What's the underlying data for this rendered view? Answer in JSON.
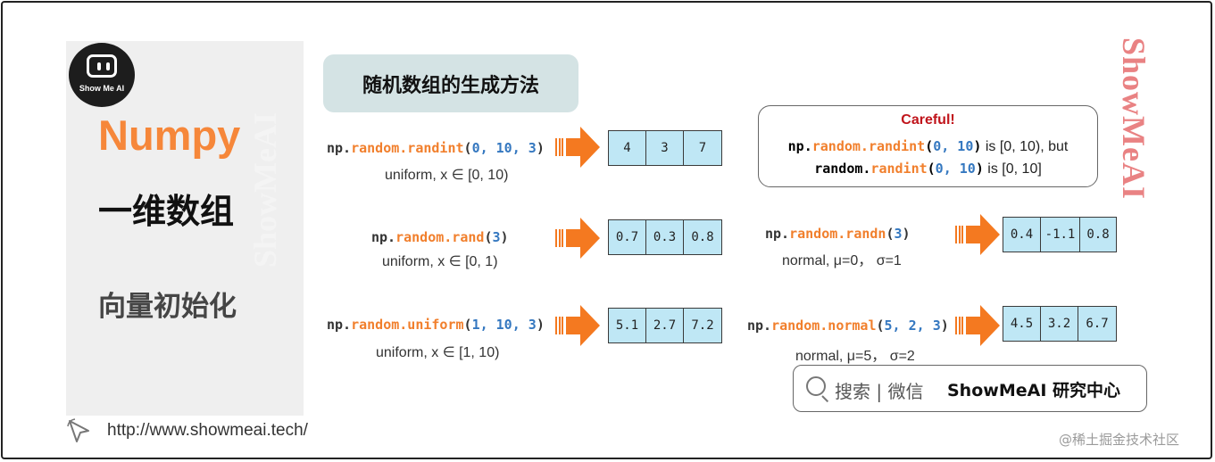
{
  "left": {
    "logo_text": "Show Me AI",
    "numpy": "Numpy",
    "title": "一维数组",
    "subtitle": "向量初始化",
    "watermark": "ShowMeAI"
  },
  "header": {
    "title": "随机数组的生成方法"
  },
  "rows": [
    {
      "code": {
        "prefix": "np.",
        "fn": "random.randint",
        "open": "(",
        "args": "0, 10, 3",
        "close": ")"
      },
      "caption": "uniform, x ∈ [0, 10)",
      "values": [
        "4",
        "3",
        "7"
      ]
    },
    {
      "code": {
        "prefix": "np.",
        "fn": "random.rand",
        "open": "(",
        "args": "3",
        "close": ")"
      },
      "caption": "uniform, x ∈ [0, 1)",
      "values": [
        "0.7",
        "0.3",
        "0.8"
      ]
    },
    {
      "code": {
        "prefix": "np.",
        "fn": "random.randn",
        "open": "(",
        "args": "3",
        "close": ")"
      },
      "caption": "normal, μ=0， σ=1",
      "values": [
        "0.4",
        "-1.1",
        "0.8"
      ]
    },
    {
      "code": {
        "prefix": "np.",
        "fn": "random.uniform",
        "open": "(",
        "args": "1, 10, 3",
        "close": ")"
      },
      "caption": "uniform, x ∈ [1, 10)",
      "values": [
        "5.1",
        "2.7",
        "7.2"
      ]
    },
    {
      "code": {
        "prefix": "np.",
        "fn": "random.normal",
        "open": "(",
        "args": "5, 2, 3",
        "close": ")"
      },
      "caption": "normal, μ=5， σ=2",
      "values": [
        "4.5",
        "3.2",
        "6.7"
      ]
    }
  ],
  "careful": {
    "title": "Careful!",
    "line1": {
      "prefix": "np.",
      "fn": "random.randint",
      "open": "(",
      "args": "0, 10",
      "close": ")",
      "text": " is [0, 10), but"
    },
    "line2": {
      "prefix": "random.",
      "fn": "randint",
      "open": "(",
      "args": "0, 10",
      "close": ")",
      "text": " is [0, 10]"
    }
  },
  "watermark_right": "ShowMeAI",
  "search": {
    "prefix": "搜索 | 微信",
    "brand": "ShowMeAI 研究中心"
  },
  "footer": {
    "url": "http://www.showmeai.tech/",
    "credit": "@稀土掘金技术社区"
  },
  "colors": {
    "accent": "#f47920",
    "function": "#f17f2c",
    "argument": "#3578c0",
    "cell": "#bfe7f5",
    "careful": "#c0141b",
    "header_pill": "#d4e3e4"
  }
}
